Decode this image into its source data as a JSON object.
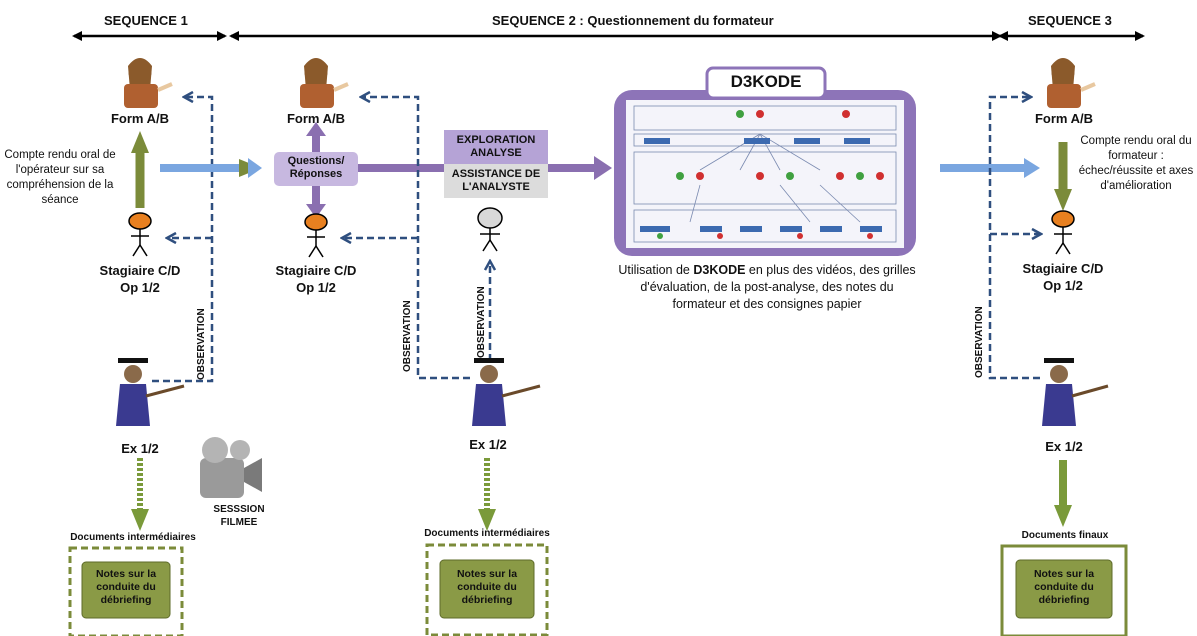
{
  "sequences": {
    "seq1": "SEQUENCE 1",
    "seq2": "SEQUENCE 2 : Questionnement du formateur",
    "seq3": "SEQUENCE 3"
  },
  "roles": {
    "form": "Form A/B",
    "stagiaire_line1": "Stagiaire C/D",
    "stagiaire_line2": "Op 1/2",
    "expert": "Ex 1/2",
    "observation": "OBSERVATION"
  },
  "seq1": {
    "compte_rendu": "Compte rendu oral de l'opérateur sur sa compréhension de la séance",
    "documents": "Documents intermédiaires",
    "scroll": "Notes sur la conduite du débriefing",
    "session": "SESSSION FILMEE"
  },
  "seq2": {
    "questions": "Questions/ Réponses",
    "exploration": "EXPLORATION ANALYSE",
    "assistance": "ASSISTANCE DE L'ANALYSTE",
    "documents": "Documents intermédiaires",
    "scroll": "Notes sur la conduite du débriefing"
  },
  "d3kode": {
    "title": "D3KODE",
    "caption_pre": "Utilisation de ",
    "caption_bold": "D3KODE",
    "caption_post": " en plus des vidéos, des grilles d'évaluation, de la post-analyse, des notes du formateur et des consignes papier"
  },
  "seq3": {
    "compte_rendu": "Compte rendu oral du formateur : échec/réussite et axes d'amélioration",
    "documents": "Documents finaux",
    "scroll": "Notes sur la conduite du débriefing"
  },
  "colors": {
    "dashed_blue": "#2f4f7f",
    "olive": "#7b8b3a",
    "purple": "#8a6fb0",
    "lavender": "#c7b8e0",
    "light_blue": "#7aa6e0",
    "scroll_green": "#8a9a46"
  }
}
